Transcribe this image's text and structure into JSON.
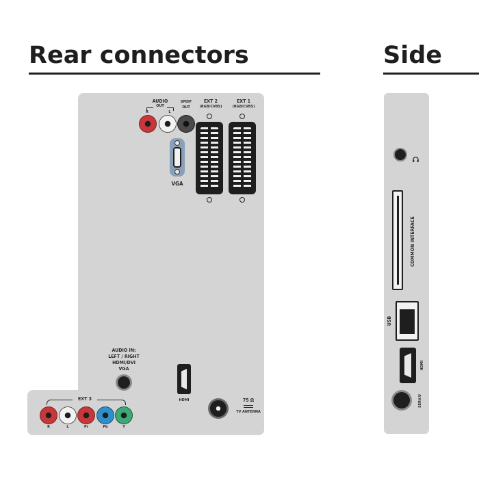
{
  "headings": {
    "rear": "Rear connectors",
    "side": "Side"
  },
  "rear": {
    "audio_out": {
      "label_top": "AUDIO",
      "label_out": "OUT",
      "r": "R",
      "l": "L"
    },
    "spdif_out": {
      "line1": "SPDIF",
      "line2": "OUT"
    },
    "ext2": {
      "title": "EXT 2",
      "sub": "(RGB/CVBS)"
    },
    "ext1": {
      "title": "EXT 1",
      "sub": "(RGB/CVBS)"
    },
    "vga": "VGA",
    "audio_in": {
      "line1": "AUDIO IN:",
      "line2": "LEFT / RIGHT",
      "line3": "HDMI/DVI",
      "line4": "VGA"
    },
    "hdmi": "HDMI",
    "antenna": {
      "ohm": "75 Ω",
      "label": "TV ANTENNA"
    },
    "ext3": {
      "title": "EXT 3",
      "jacks": [
        "R",
        "L",
        "Pr",
        "Pb",
        "Y"
      ]
    }
  },
  "side": {
    "common_interface": "COMMON INTERFACE",
    "usb": "USB",
    "hdmi": "HDMI",
    "serv": "SERV.U"
  },
  "colors": {
    "panel": "#d4d4d4",
    "red": "#c8383a",
    "white": "#f2f2f2",
    "blue": "#2f8fc8",
    "green": "#3fa877",
    "dark": "#1e1e1e",
    "vga": "#8aa0b8"
  }
}
